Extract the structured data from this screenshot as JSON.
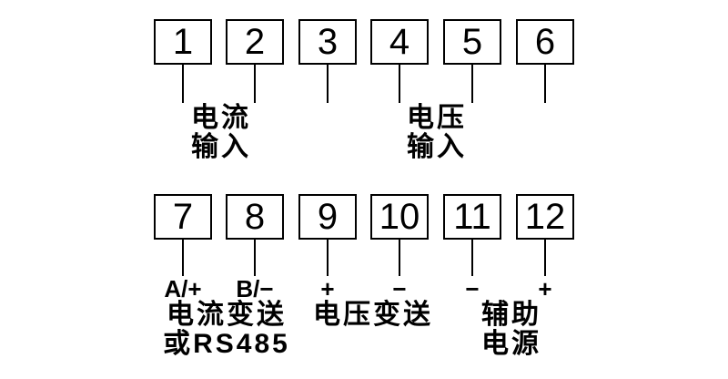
{
  "diagram": {
    "colors": {
      "background": "#ffffff",
      "line": "#000000"
    },
    "rows": [
      {
        "terminals": [
          {
            "number": "1"
          },
          {
            "number": "2"
          },
          {
            "number": "3"
          },
          {
            "number": "4"
          },
          {
            "number": "5"
          },
          {
            "number": "6"
          }
        ],
        "groups": [
          {
            "lines": [
              "电流",
              "输入"
            ]
          },
          {
            "lines": [
              "电压",
              "输入"
            ]
          }
        ]
      },
      {
        "terminals": [
          {
            "number": "7",
            "signal": "A/+"
          },
          {
            "number": "8",
            "signal": "B/−"
          },
          {
            "number": "9",
            "signal": "+"
          },
          {
            "number": "10",
            "signal": "−"
          },
          {
            "number": "11",
            "signal": "−"
          },
          {
            "number": "12",
            "signal": "+"
          }
        ],
        "groups": [
          {
            "lines": [
              "电流变送",
              "或RS485"
            ]
          },
          {
            "lines": [
              "电压变送"
            ]
          },
          {
            "lines": [
              "辅助",
              "电源"
            ]
          }
        ]
      }
    ]
  }
}
